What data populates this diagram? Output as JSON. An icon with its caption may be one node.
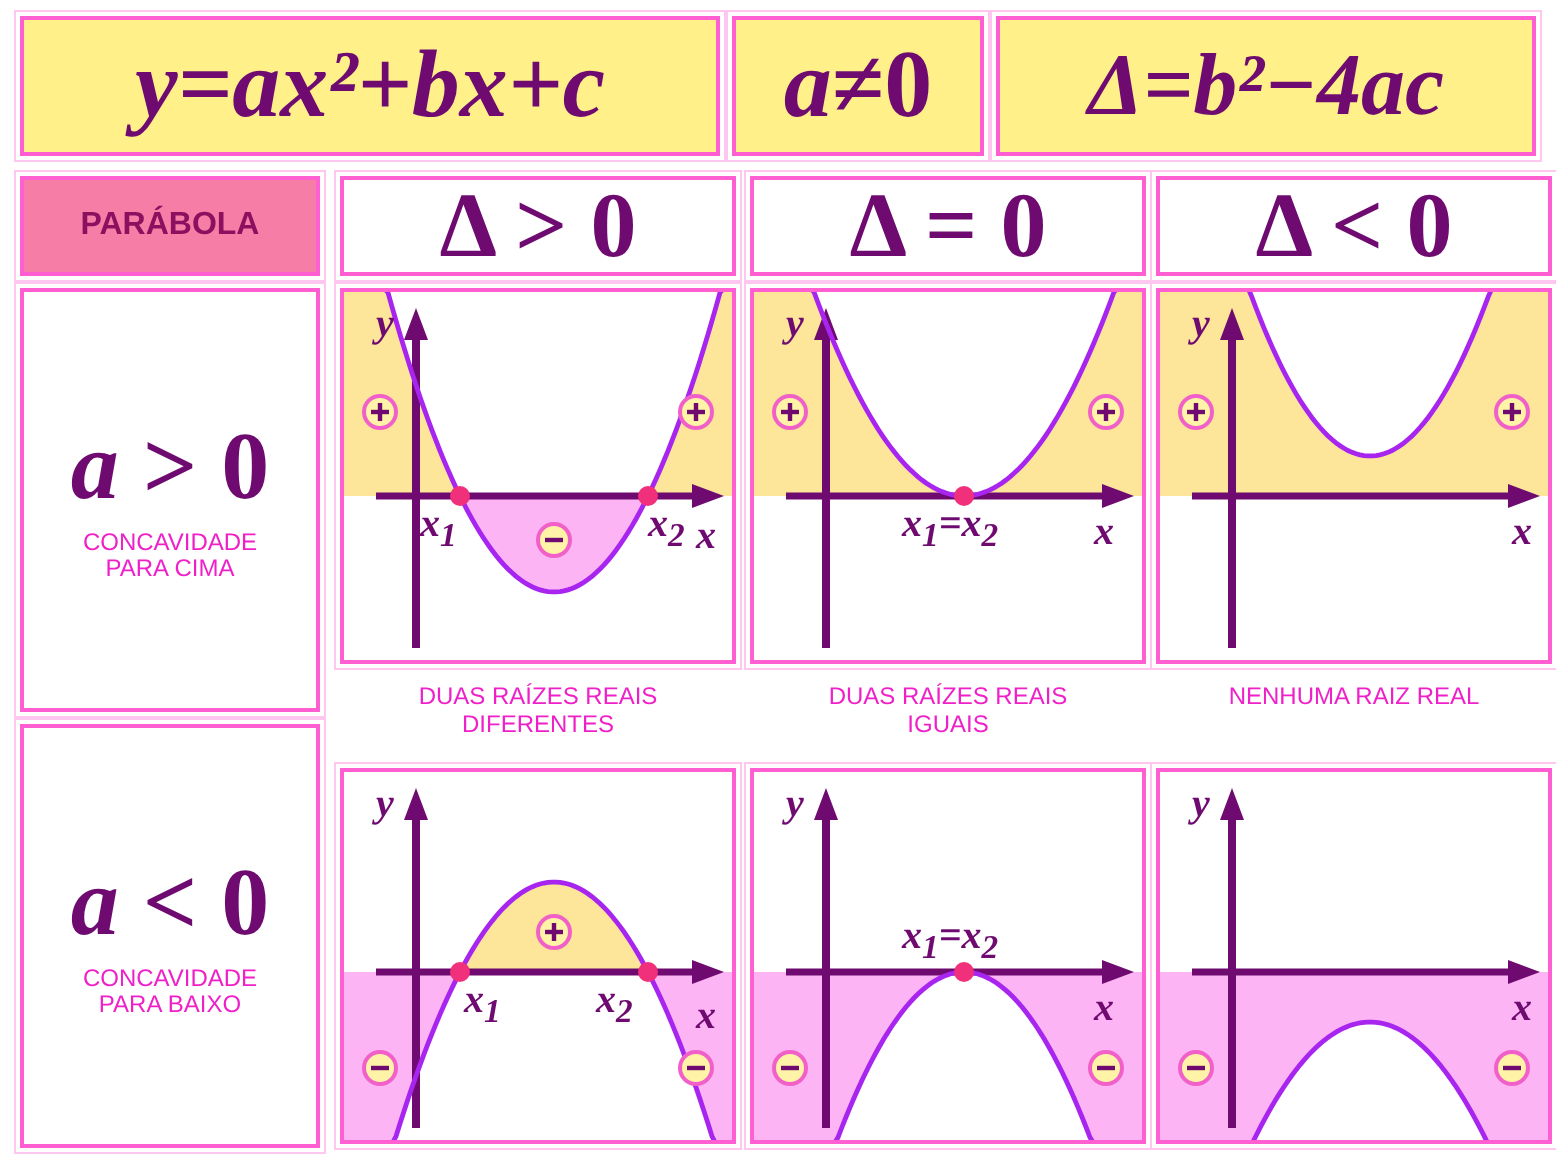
{
  "diagram": {
    "nodes": [
      {
        "text": [
          "y=ax²+bx+c"
        ]
      },
      {
        "text": [
          "*a*≠0"
        ]
      },
      {
        "text": [
          "Δ=b²−4ac"
        ]
      },
      {
        "text": [
          "PARÁBOLA"
        ]
      },
      {
        "text": [
          "Δ > 0"
        ]
      },
      {
        "text": [
          "Δ = 0"
        ]
      },
      {
        "text": [
          "Δ < 0"
        ]
      },
      {
        "text": [
          "*a* > 0",
          "CONCAVIDADE PARA CIMA"
        ]
      },
      {
        "text": [
          "y",
          "x$_{1}$",
          "x$_{2}$",
          "x"
        ],
        "beside": [
          "DUAS RAÍZES REAIS DIFERENTES"
        ]
      },
      {
        "text": [
          "y",
          "x$_{1}$=x$_{2}$",
          "x"
        ],
        "beside": [
          "DUAS RAÍZES REAIS IGUAIS"
        ]
      },
      {
        "text": [
          "y",
          "x"
        ],
        "beside": [
          "NENHUMA RAIZ REAL"
        ]
      },
      {
        "text": [
          "*a* < 0",
          "CONCAVIDADE PARA BAIXO"
        ]
      },
      {
        "text": [
          "y",
          "x$_{1}$",
          "x$_{2}$",
          "x"
        ]
      },
      {
        "text": [
          "y",
          "x$_{1}$=x$_{2}$",
          "x"
        ]
      },
      {
        "text": [
          "y",
          "x"
        ]
      }
    ]
  }
}
